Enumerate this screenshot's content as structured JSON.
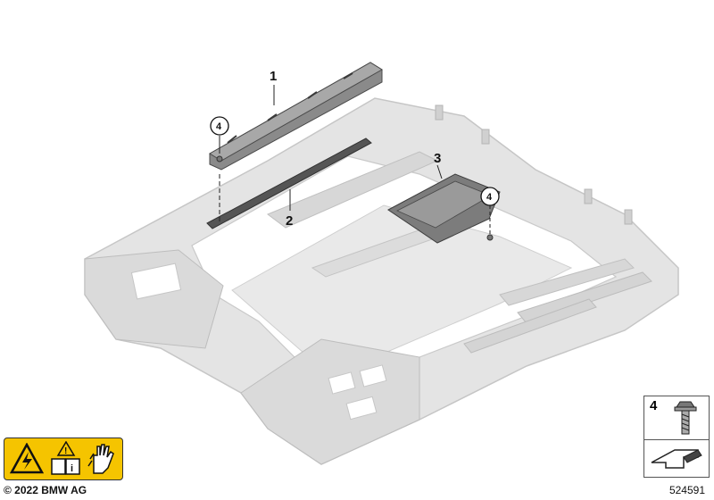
{
  "callouts": [
    {
      "id": "1",
      "label": "1"
    },
    {
      "id": "2",
      "label": "2"
    },
    {
      "id": "3",
      "label": "3"
    }
  ],
  "circled_refs": [
    "4",
    "4"
  ],
  "legend": {
    "number": "4",
    "icon": "screw-icon"
  },
  "footer": {
    "copyright": "© 2022 BMW AG",
    "diagram_number": "524591"
  },
  "warning_icons": [
    "high-voltage-warning-icon",
    "read-manual-icon",
    "no-touch-hand-icon"
  ],
  "colors": {
    "frame_gray": "#d9d9d9",
    "part_dark": "#6e6e6e",
    "warning_yellow": "#f5c400"
  }
}
